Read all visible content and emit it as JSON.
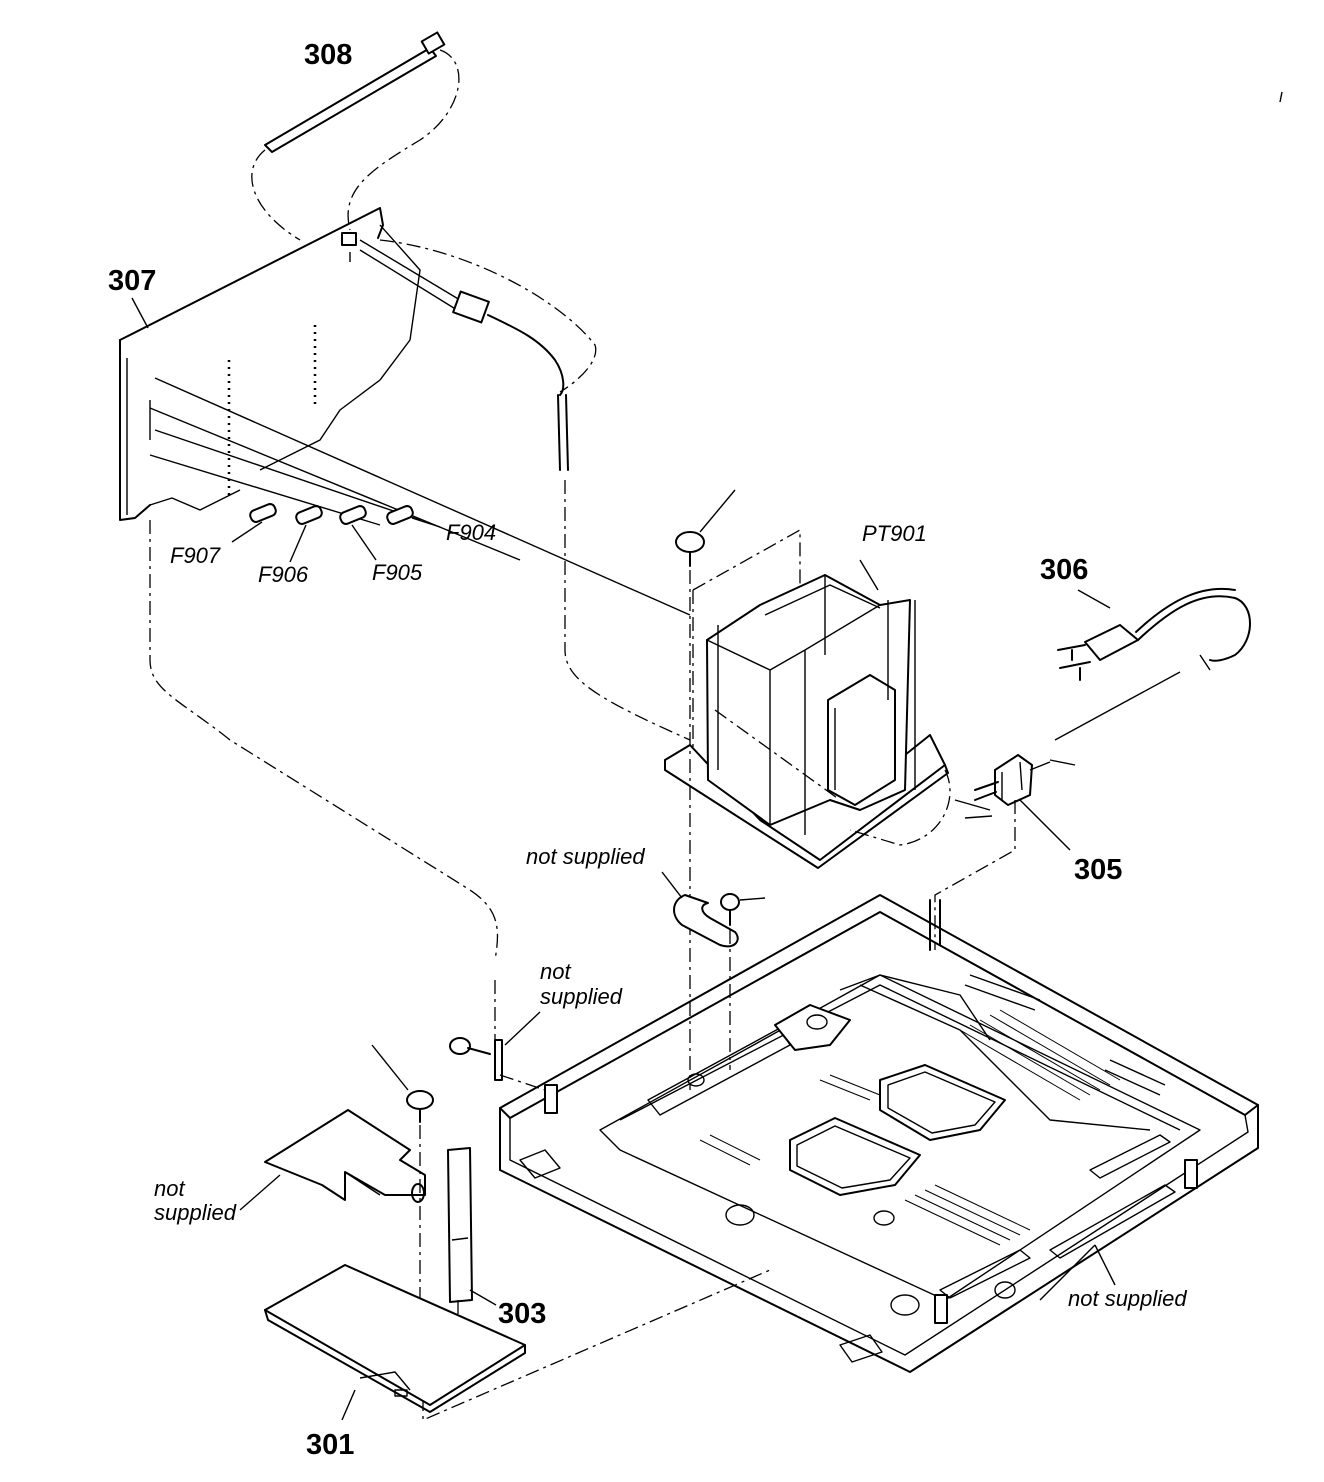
{
  "labels": {
    "p308": "308",
    "p307": "307",
    "p306": "306",
    "p305": "305",
    "p303": "303",
    "p301": "301",
    "pt901": "PT901",
    "f904": "F904",
    "f905": "F905",
    "f906": "F906",
    "f907": "F907",
    "ns_clip": "not supplied",
    "ns_screw_1": "not",
    "ns_screw_2": "supplied",
    "ns_plate_1": "not",
    "ns_plate_2": "supplied",
    "ns_chassis": "not supplied"
  }
}
